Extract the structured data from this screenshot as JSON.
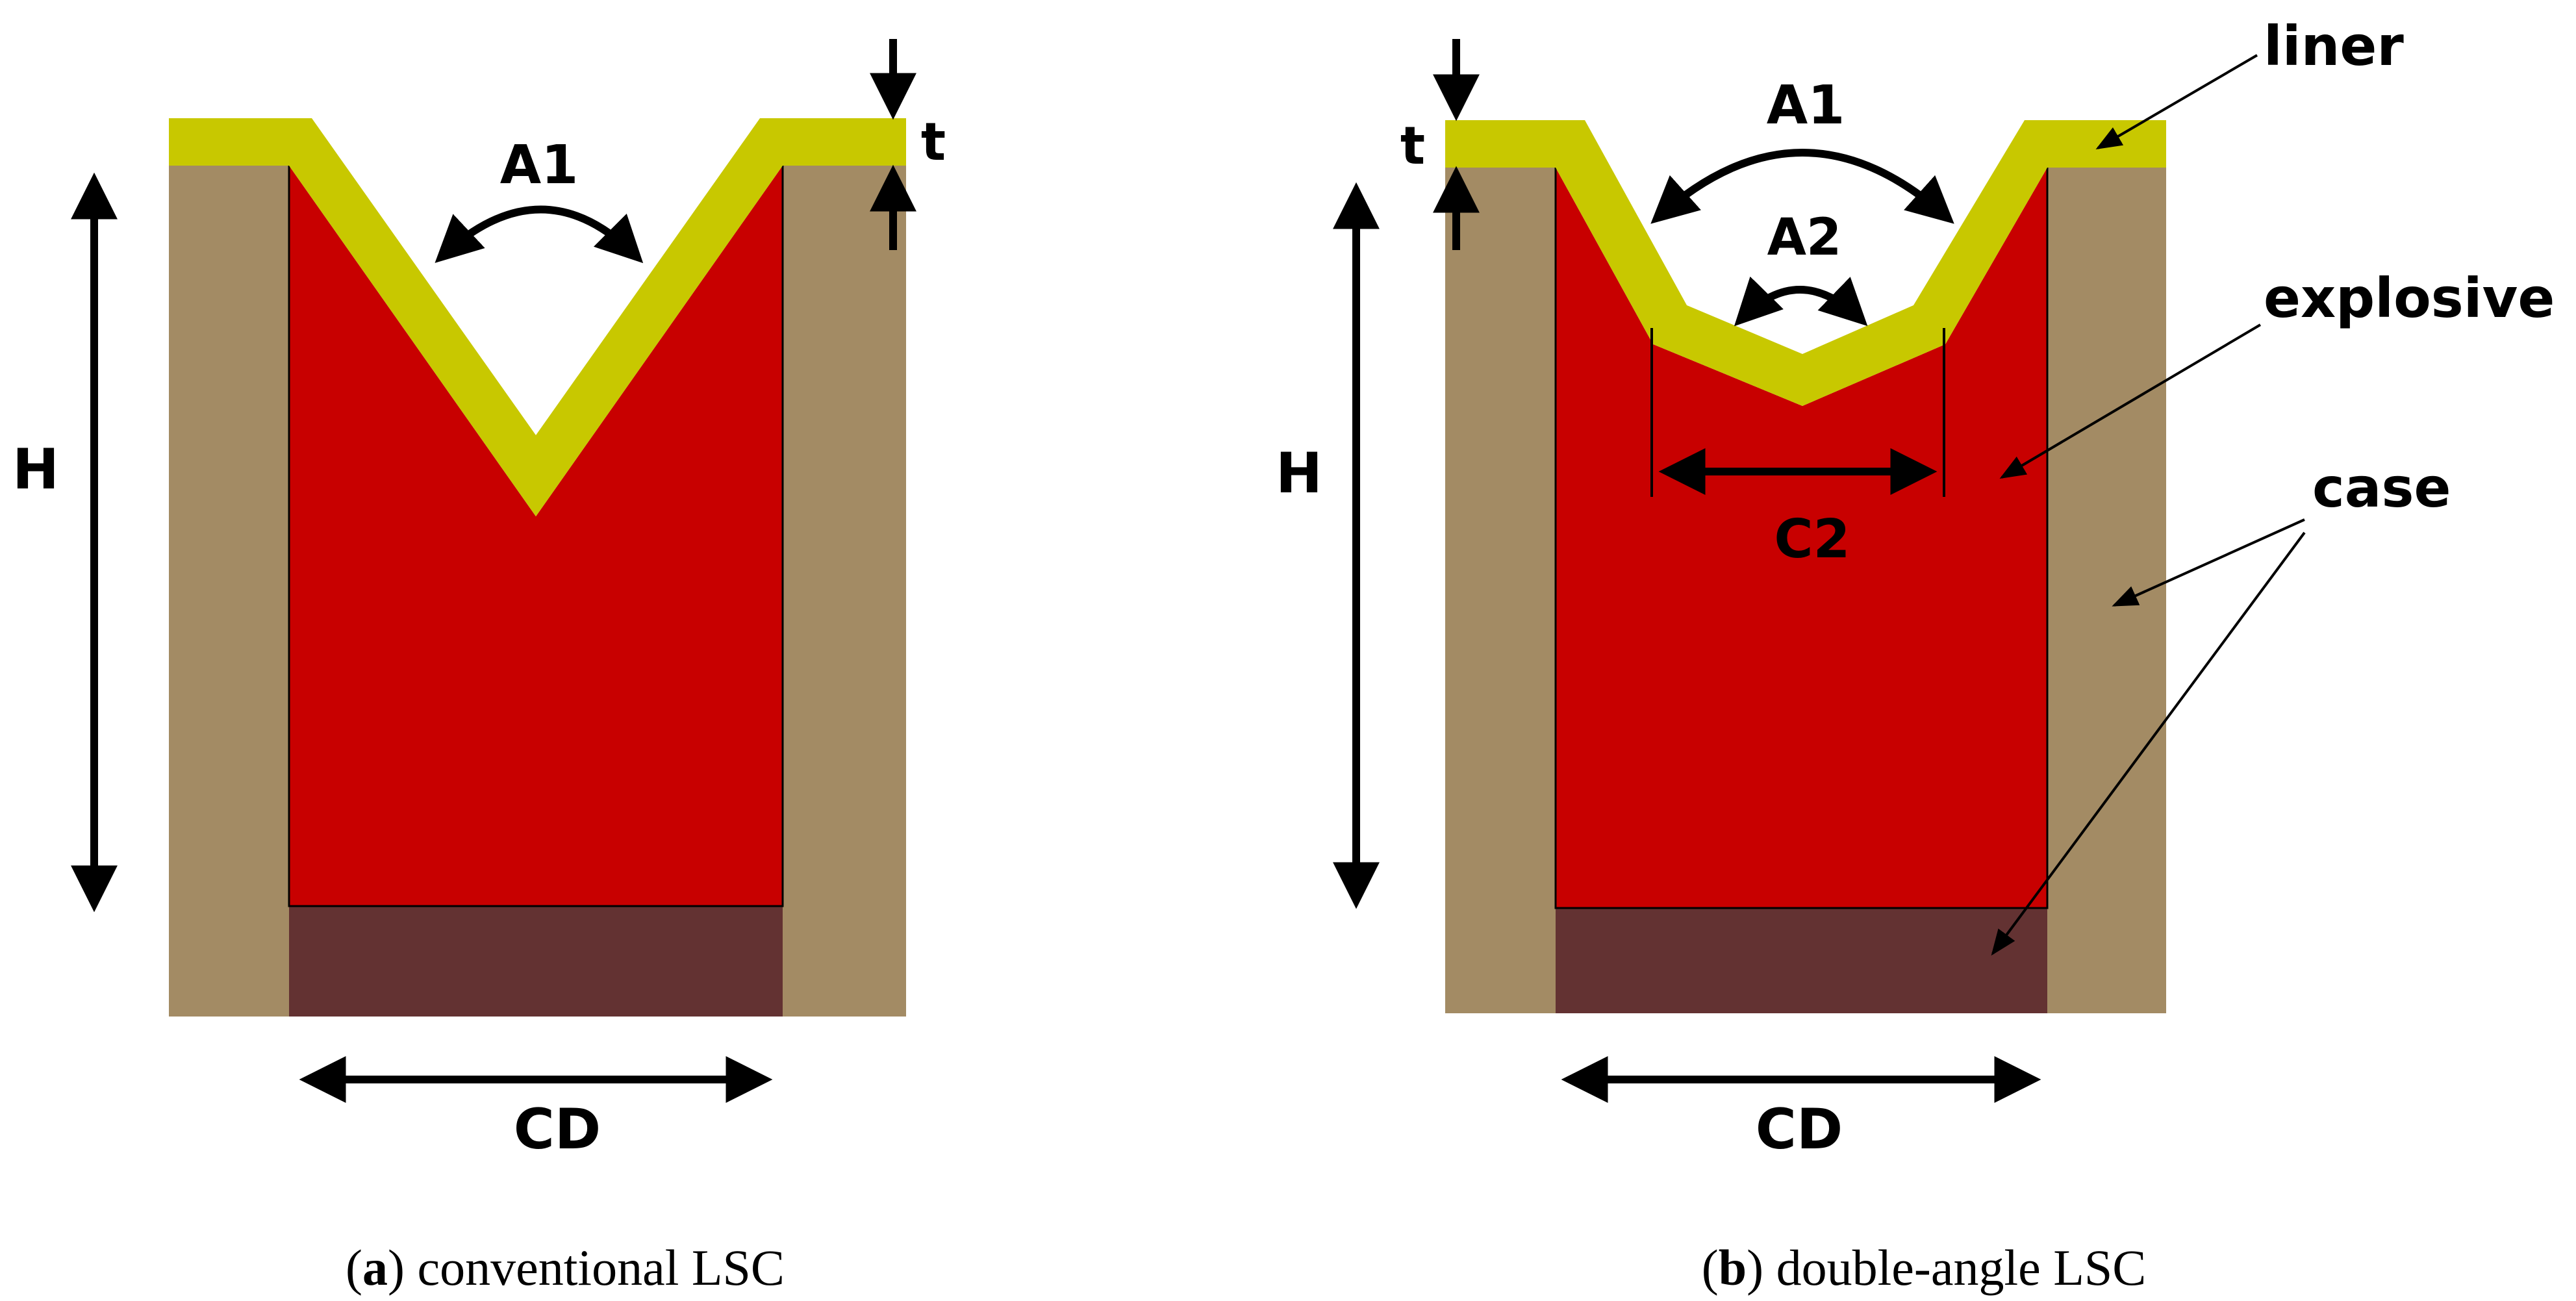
{
  "panel_a": {
    "labels": {
      "a1": "A1",
      "t": "t",
      "h": "H",
      "cd": "CD"
    },
    "caption_letter": "a",
    "caption_text": " conventional LSC"
  },
  "panel_b": {
    "labels": {
      "a1": "A1",
      "a2": "A2",
      "t": "t",
      "h": "H",
      "c2": "C2",
      "cd": "CD"
    },
    "callouts": {
      "liner": "liner",
      "explosive": "explosive",
      "case": "case"
    },
    "caption_letter": "b",
    "caption_text": " double-angle LSC"
  },
  "colors": {
    "case": "#a38b64",
    "explosive": "#c80000",
    "liner": "#c8c800",
    "case_bottom": "#633232"
  }
}
